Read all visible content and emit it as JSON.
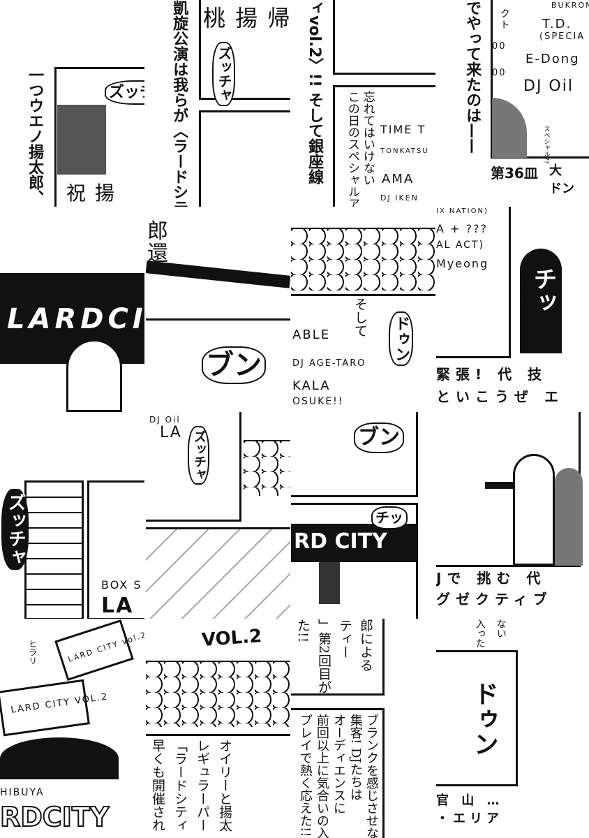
{
  "tiles": {
    "r0c0": {
      "caption": "一つウエノ揚太郎、",
      "sfx": "ズッチャ",
      "sign": "祝 揚"
    },
    "r0c1": {
      "caption": "凱旋公演は我らが〈ラードシテ",
      "sign": "桃 揚 帰",
      "sfx": "ズッチャ"
    },
    "r0c2": {
      "caption": "ィvol.2〉!! そして銀座線",
      "text1": "忘れてはいけない",
      "text2": "この日のスペシャルア",
      "board": [
        "TIME T",
        "TONKATSU",
        "AMA",
        "DJ IKEN"
      ]
    },
    "r0c3": {
      "caption": "でやって来たのは——",
      "board": [
        "クト",
        "BUKRON",
        "T.D.",
        "(SPECIA",
        "E-Dong",
        "DJ Oil",
        "00",
        "00"
      ],
      "note": "スペシャル??",
      "chapter": "第36皿",
      "title": [
        "大",
        "ドン"
      ]
    },
    "r1c0": {
      "banner": "LARDCITY"
    },
    "r1c1": {
      "sign": "郎 還",
      "sfx": "ブン"
    },
    "r1c2": {
      "caption": "そして",
      "sfx": "ドゥン",
      "board": [
        "ABLE",
        "DJ AGE-TARO",
        "KALA",
        "OSUKE!!"
      ]
    },
    "r1c3": {
      "board": [
        "IX NATION)",
        "A + ???",
        "AL ACT)",
        "Myeong"
      ],
      "sfx": "チッ",
      "caption1": "緊張! 代 技",
      "caption2": "といこうぜ エ"
    },
    "r2c0": {
      "sfx": "ズッチャ",
      "sign": [
        "BOX S",
        "LA"
      ]
    },
    "r2c1": {
      "sign": [
        "DJ Oil",
        "LA"
      ],
      "sfx": "ズッチャ"
    },
    "r2c2": {
      "sfx1": "ブン",
      "banner": "RD CITY",
      "sfx2": "チッ"
    },
    "r2c3": {
      "caption1": "Jで 挑む 代",
      "caption2": "グゼクティブ"
    },
    "r3c0": {
      "sfx": "ヒラリ",
      "flyer1": "LARD CITY vol.2",
      "flyer2": "LARD CITY VOL.2",
      "sign1": "HIBUYA",
      "sign2": "RDCITY"
    },
    "r3c1": {
      "banner": "VOL.2",
      "lines": [
        "オイリーと揚太",
        "レギュラーパー",
        "「ラードシティ",
        "早くも開催され"
      ]
    },
    "r3c2": {
      "lines1": [
        "郎による",
        "ティー",
        "」第2回目が",
        "た!!"
      ],
      "lines2": [
        "ブランクを感じさせな",
        "集客! DJたちは",
        "オーディエンスに",
        "前回以上に気合いの入",
        "プレイで熱く応えた!!!"
      ]
    },
    "r3c3": {
      "top": [
        "ない",
        "入った"
      ],
      "sfx": "ドゥン",
      "caption1": "官 山 …",
      "caption2": "・エリア"
    }
  }
}
